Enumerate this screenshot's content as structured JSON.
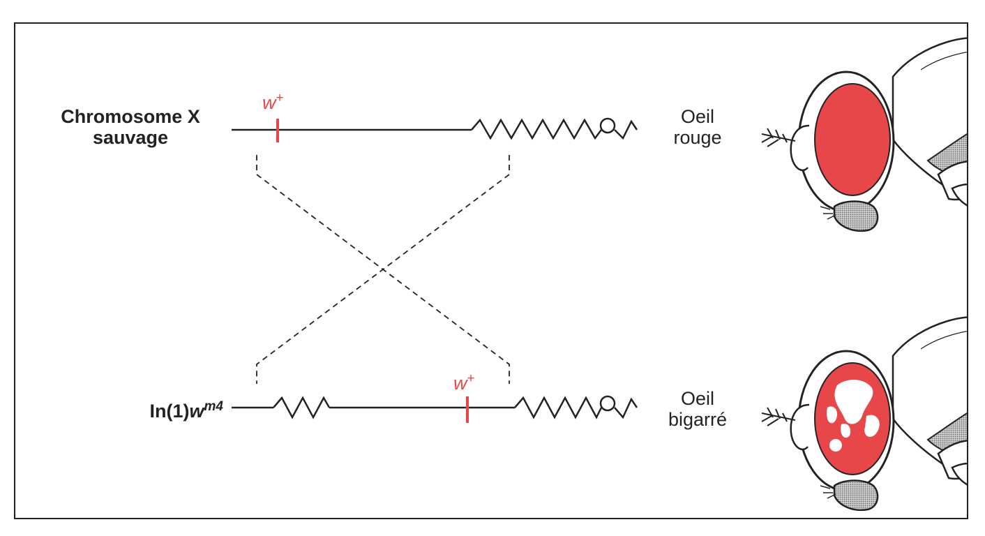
{
  "top_row": {
    "chromosome_label_line1": "Chromosome X",
    "chromosome_label_line2": "sauvage",
    "gene_label": "w",
    "gene_sup": "+",
    "phenotype_line1": "Oeil",
    "phenotype_line2": "rouge"
  },
  "bottom_row": {
    "chromosome_label_prefix": "In(1)",
    "chromosome_label_italic": "w",
    "chromosome_label_sup": "m4",
    "gene_label": "w",
    "gene_sup": "+",
    "phenotype_line1": "Oeil",
    "phenotype_line2": "bigarré"
  },
  "colors": {
    "gene_marker": "#e8474a",
    "eye_fill": "#e8474a",
    "line": "#222222",
    "body_gray": "#9a9a9a"
  },
  "icons": [
    "fly-head-red-eye-icon",
    "fly-head-mottled-eye-icon"
  ]
}
